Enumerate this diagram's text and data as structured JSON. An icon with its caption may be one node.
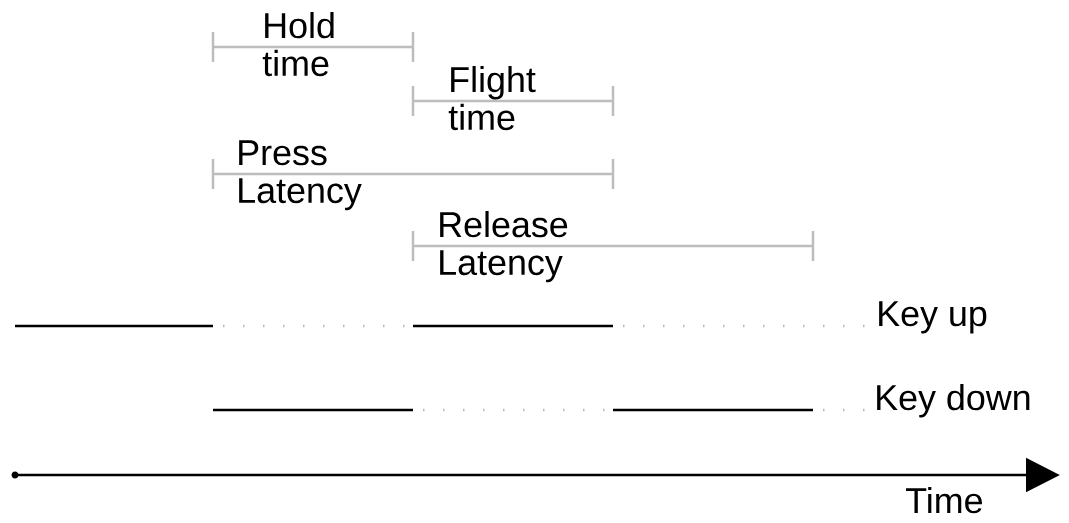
{
  "diagram": {
    "labels": [
      "Hold time",
      "Flight time",
      "Press Latency",
      "Release Latency",
      "Key up",
      "Key down",
      "Time"
    ]
  }
}
